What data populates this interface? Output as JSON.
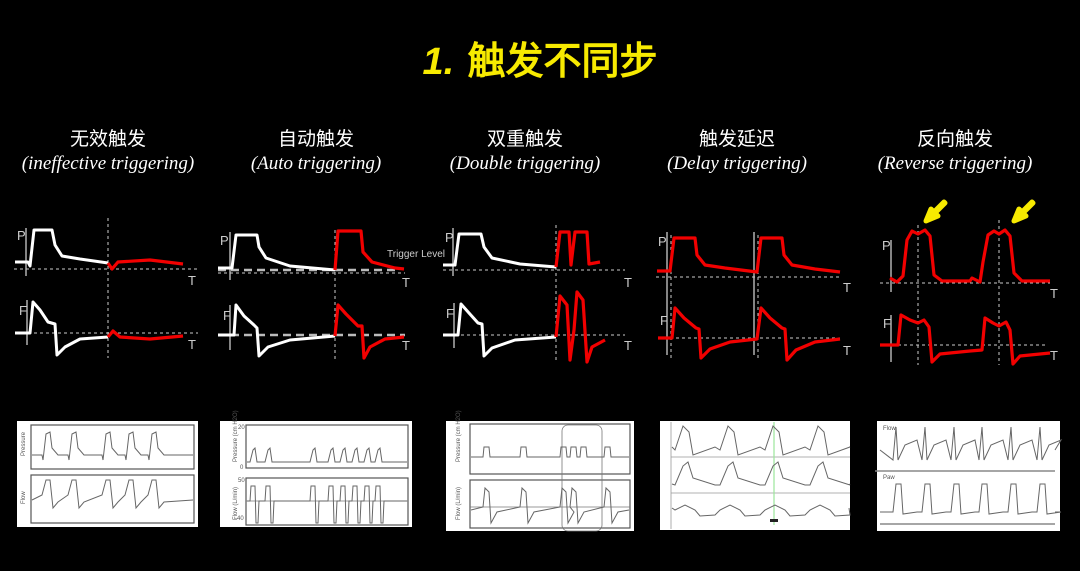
{
  "slide": {
    "title_number": "1.",
    "title_text": "触发不同步",
    "title_color": "#f7ea00",
    "trace_colors": {
      "normal": "#ffffff",
      "asynchrony": "#f20000",
      "arrow": "#f7ea00"
    }
  },
  "columns": [
    {
      "zh": "无效触发",
      "en": "(ineffective triggering)"
    },
    {
      "zh": "自动触发",
      "en": "(Auto triggering)"
    },
    {
      "zh": "双重触发",
      "en": "(Double triggering)"
    },
    {
      "zh": "触发延迟",
      "en": "(Delay triggering)"
    },
    {
      "zh": "反向触发",
      "en": "(Reverse triggering)"
    }
  ],
  "diagram_labels": {
    "pressure": "P",
    "flow": "F",
    "time": "T",
    "trigger_level": "Trigger Level"
  },
  "thumbnails": {
    "ineffective": {
      "top": "Pressure",
      "bottom": "Flow"
    },
    "auto": {
      "top": "Pressure (cm H2O)",
      "bottom": "Flow (L/min)",
      "top_ticks": [
        "20",
        "0"
      ],
      "bottom_ticks": [
        "50",
        "-40"
      ]
    },
    "double": {
      "top": "Pressure (cm H2O)",
      "bottom": "Flow (L/min)"
    },
    "reverse": {
      "top": "Flow",
      "bottom": "Paw"
    }
  }
}
